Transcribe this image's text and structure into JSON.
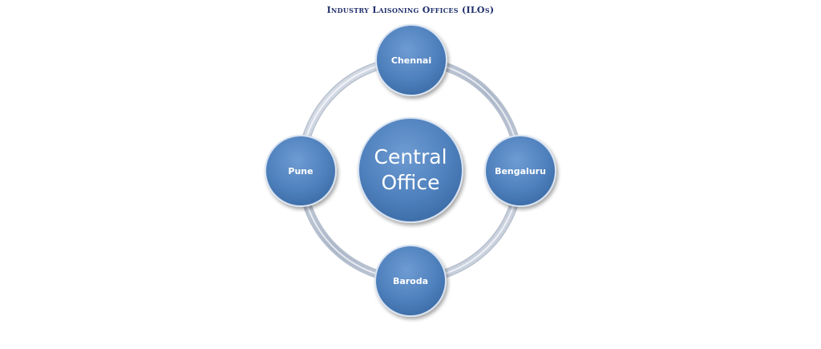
{
  "title": "Industry Laisoning Offices (ILOs)",
  "center": {
    "line1": "Central",
    "line2": "Office"
  },
  "offices": {
    "top": "Chennai",
    "right": "Bengaluru",
    "bottom": "Baroda",
    "left": "Pune"
  },
  "colors": {
    "node_fill": "#4f81bd",
    "node_edge": "#2c5a8f",
    "ring": "#b8c4d6",
    "title": "#1f2f6b"
  }
}
